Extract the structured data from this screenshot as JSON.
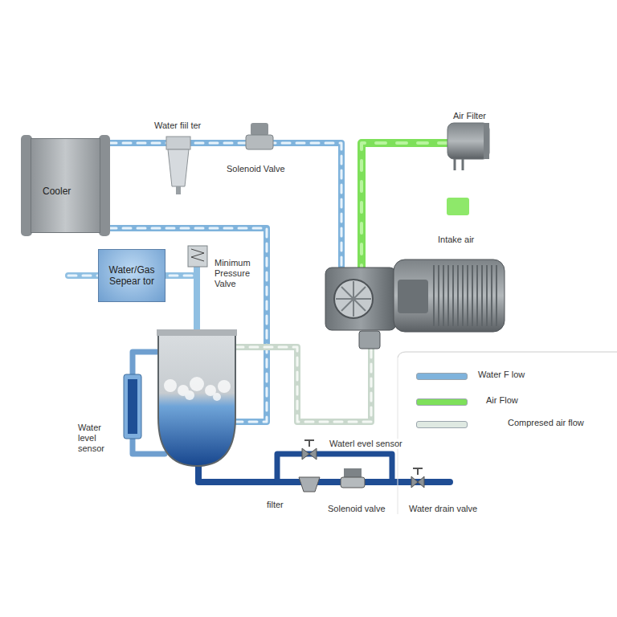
{
  "diagram": {
    "nodes": [
      {
        "text": [
          "Cooler"
        ]
      },
      {
        "text": [
          "Water/Gas Sepear tor"
        ]
      }
    ],
    "labels": [
      "Water fiil ter",
      "Solenoid Valve",
      "Air Filter",
      "Intake air",
      "Minimum Pressure Valve",
      "Water level sensor",
      "Waterl evel sensor",
      "filter",
      "Solenoid valve",
      "Water drain valve"
    ],
    "legend": [
      {
        "text": "Water F low",
        "color": "#7fb3dc"
      },
      {
        "text": "Air Flow",
        "color": "#7ee05a"
      },
      {
        "text": "Compresed air flow",
        "color": "#dfe9e2"
      }
    ]
  }
}
